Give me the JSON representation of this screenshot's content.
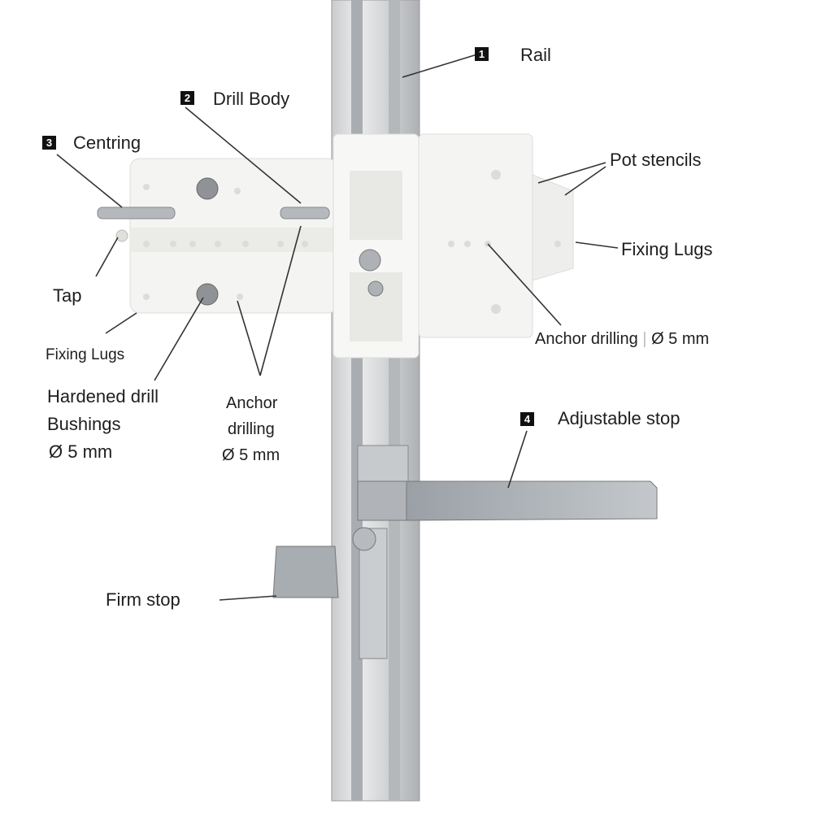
{
  "callouts": {
    "rail": {
      "number": "1",
      "label": "Rail"
    },
    "drill_body": {
      "number": "2",
      "label": "Drill Body"
    },
    "centring": {
      "number": "3",
      "label": "Centring"
    },
    "adjustable_stop": {
      "number": "4",
      "label": "Adjustable stop"
    }
  },
  "labels": {
    "pot_stencils": "Pot stencils",
    "fixing_lugs_right": "Fixing Lugs",
    "tap": "Tap",
    "fixing_lugs_left": "Fixing Lugs",
    "anchor_drilling_right": "Anchor drilling",
    "anchor_drilling_right_size": "Ø 5 mm",
    "hardened_line1": "Hardened drill",
    "hardened_line2": "Bushings",
    "hardened_size": "Ø 5 mm",
    "anchor_line1": "Anchor",
    "anchor_line2": "drilling",
    "anchor_size": "Ø 5 mm",
    "firm_stop": "Firm stop"
  },
  "colors": {
    "badge": "#111111",
    "plastic": "#f4f4f2",
    "metal": "#b8bcc0"
  }
}
